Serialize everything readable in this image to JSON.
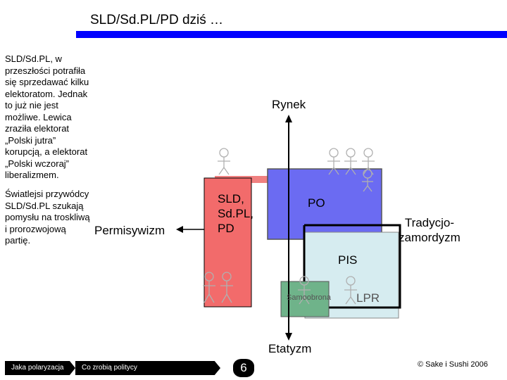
{
  "title": "SLD/Sd.PL/PD dziś …",
  "left_text": {
    "para1": "SLD/Sd.PL, w\nprzeszłości potrafiła\nsię sprzedawać kilku\nelektoratom.  Jednak\nto już nie jest\nmożliwe.  Lewica\nzraziła elektorat\n„Polski jutra”\nkorupcją, a elektorat\n„Polski wczoraj”\nliberalizmem.",
    "para2": "Światlejsi przywódcy\nSLD/Sd.PL szukają\npomysłu na troskliwą\ni prorozwojową\npartię."
  },
  "permisywizm_label": "Permisywizm",
  "axes": {
    "top": "Rynek",
    "bottom": "Etatyzm"
  },
  "parties": {
    "sld": {
      "label": "SLD,\nSd.PL,\nPD",
      "color": "#f26b6b"
    },
    "po": {
      "label": "PO",
      "color": "#6b6bf2"
    },
    "tradycjo": {
      "label": "Tradycjo-\nzamordyzm"
    },
    "pis": {
      "label": "PIS",
      "color": "#d6ecf0"
    },
    "samoobrona": {
      "label": "Samoobrona",
      "color": "#6fb38a"
    },
    "lpr": {
      "label": "LPR"
    }
  },
  "footer": {
    "btn1": "Jaka polaryzacja",
    "btn2": "Co zrobią politycy",
    "page": "6",
    "copyright": "© Sake i Sushi 2006"
  },
  "colors": {
    "accent_bar": "#0000ff",
    "figure_stroke": "#b0b0b0"
  }
}
